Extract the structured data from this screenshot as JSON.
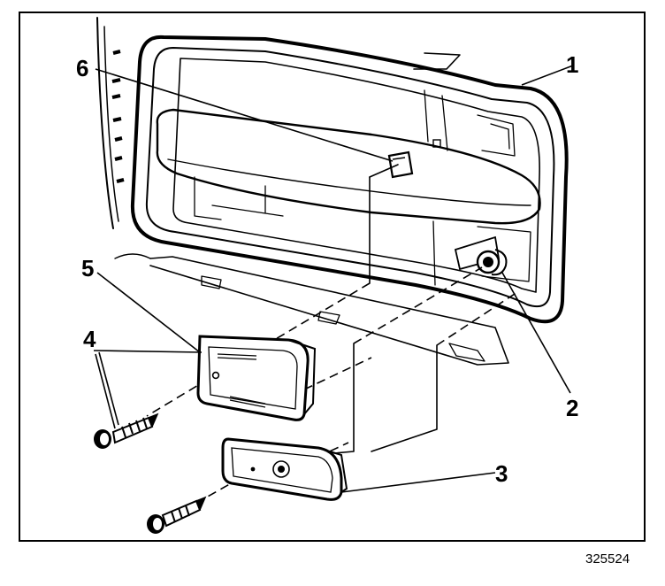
{
  "callouts": [
    {
      "id": "1",
      "label": "1"
    },
    {
      "id": "2",
      "label": "2"
    },
    {
      "id": "3",
      "label": "3"
    },
    {
      "id": "4",
      "label": "4"
    },
    {
      "id": "5",
      "label": "5"
    },
    {
      "id": "6",
      "label": "6"
    }
  ],
  "figure_number": "325524",
  "colors": {
    "line": "#000000",
    "background": "#ffffff"
  }
}
